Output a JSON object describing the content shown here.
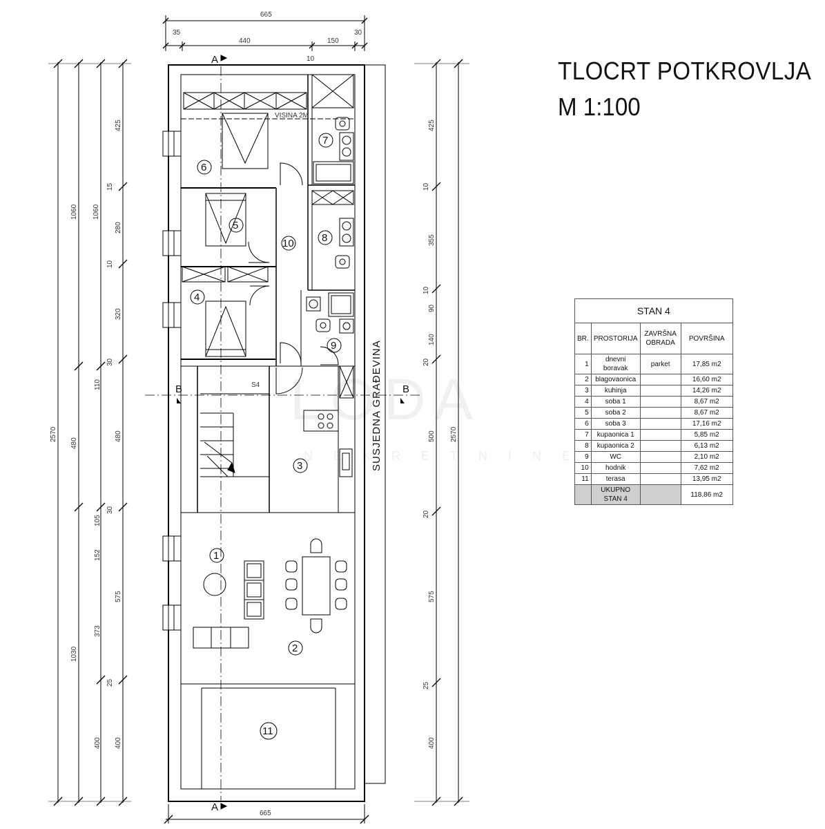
{
  "title": "TLOCRT POTKROVLJA",
  "scale": "M 1:100",
  "watermark": "LODA",
  "watermark_sub": "NEKRETNINE",
  "neighbor_label": "SUSJEDNA GRAĐEVINA",
  "height_note": "VISINA 2M",
  "stair_label": "S4",
  "section_a": "A",
  "section_b": "B",
  "dimensions": {
    "top_total": "665",
    "top_a": "35",
    "top_b": "440",
    "top_c": "150",
    "top_d": "30",
    "top_e": "10",
    "bottom_total": "665",
    "left_total": "2570",
    "left_upper": "1060",
    "left_mid": "480",
    "left_lower": "1030",
    "left_upper2": "1060",
    "left_col3": [
      "425",
      "15",
      "280",
      "10",
      "320",
      "30",
      "110",
      "480",
      "30",
      "105",
      "152",
      "575",
      "373",
      "25",
      "400",
      "400"
    ],
    "right_total": "2570",
    "right_col": [
      "425",
      "10",
      "355",
      "10",
      "90",
      "140",
      "20",
      "500",
      "20",
      "575",
      "25",
      "400"
    ]
  },
  "rooms": [
    {
      "number": "1"
    },
    {
      "number": "2"
    },
    {
      "number": "3"
    },
    {
      "number": "4"
    },
    {
      "number": "5"
    },
    {
      "number": "6"
    },
    {
      "number": "7"
    },
    {
      "number": "8"
    },
    {
      "number": "9"
    },
    {
      "number": "10"
    },
    {
      "number": "11"
    }
  ],
  "table": {
    "title": "STAN 4",
    "headers": [
      "BR.",
      "PROSTORIJA",
      "ZAVRŠNA OBRADA",
      "POVRŠINA"
    ],
    "rows": [
      {
        "no": "1",
        "room": "dnevni boravak",
        "finish": "parket",
        "area": "17,85 m2"
      },
      {
        "no": "2",
        "room": "blagovaonica",
        "finish": "",
        "area": "16,60 m2"
      },
      {
        "no": "3",
        "room": "kuhinja",
        "finish": "",
        "area": "14,26 m2"
      },
      {
        "no": "4",
        "room": "soba 1",
        "finish": "",
        "area": "8,67 m2"
      },
      {
        "no": "5",
        "room": "soba 2",
        "finish": "",
        "area": "8,67 m2"
      },
      {
        "no": "6",
        "room": "soba 3",
        "finish": "",
        "area": "17,16 m2"
      },
      {
        "no": "7",
        "room": "kupaonica 1",
        "finish": "",
        "area": "5,85 m2"
      },
      {
        "no": "8",
        "room": "kupaonica 2",
        "finish": "",
        "area": "6,13 m2"
      },
      {
        "no": "9",
        "room": "WC",
        "finish": "",
        "area": "2,10 m2"
      },
      {
        "no": "10",
        "room": "hodnik",
        "finish": "",
        "area": "7,62 m2"
      },
      {
        "no": "11",
        "room": "terasa",
        "finish": "",
        "area": "13,95 m2"
      }
    ],
    "total": {
      "label": "UKUPNO STAN 4",
      "area": "118,86 m2"
    }
  }
}
